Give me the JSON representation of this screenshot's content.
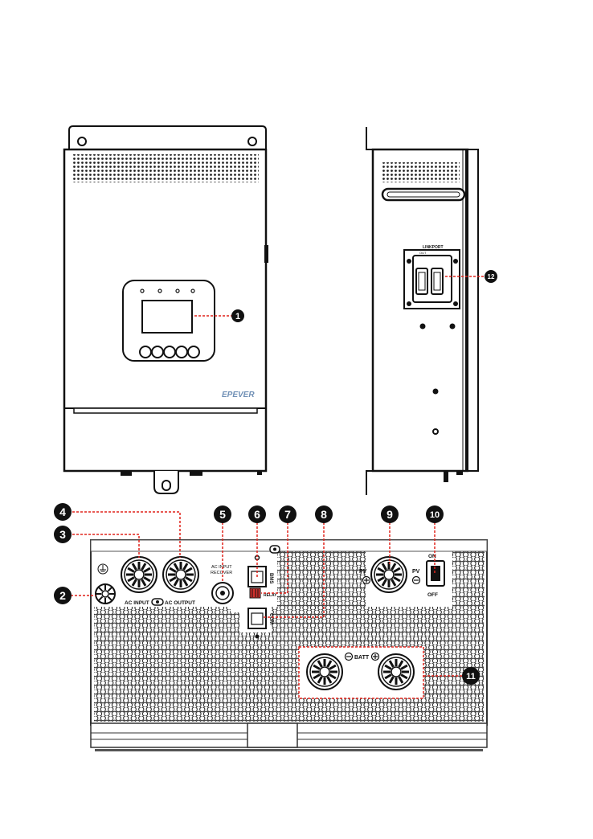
{
  "brand_logo": "EPEVER",
  "callout_numbers": [
    "1",
    "2",
    "3",
    "4",
    "5",
    "6",
    "7",
    "8",
    "9",
    "10",
    "11",
    "12"
  ],
  "side_panel": {
    "linkport_label": "LINKPORT",
    "out_label": "OUT"
  },
  "bottom_panel": {
    "ac_input_label": "AC INPUT",
    "ac_output_label": "AC OUTPUT",
    "ac_input_recover_line1": "AC INPUT",
    "ac_input_recover_line2": "RECOVER",
    "bms_label": "BMS",
    "relay_label": "RELAY",
    "com_label": "COM",
    "pv_left_label": "PV",
    "pv_right_label": "PV",
    "batt_label": "BATT",
    "on_label": "ON",
    "off_label": "OFF"
  },
  "colors": {
    "callout_line": "#e0231c",
    "callout_badge": "#111111",
    "device_outline": "#111111",
    "relay_terminal": "#d0312d"
  }
}
